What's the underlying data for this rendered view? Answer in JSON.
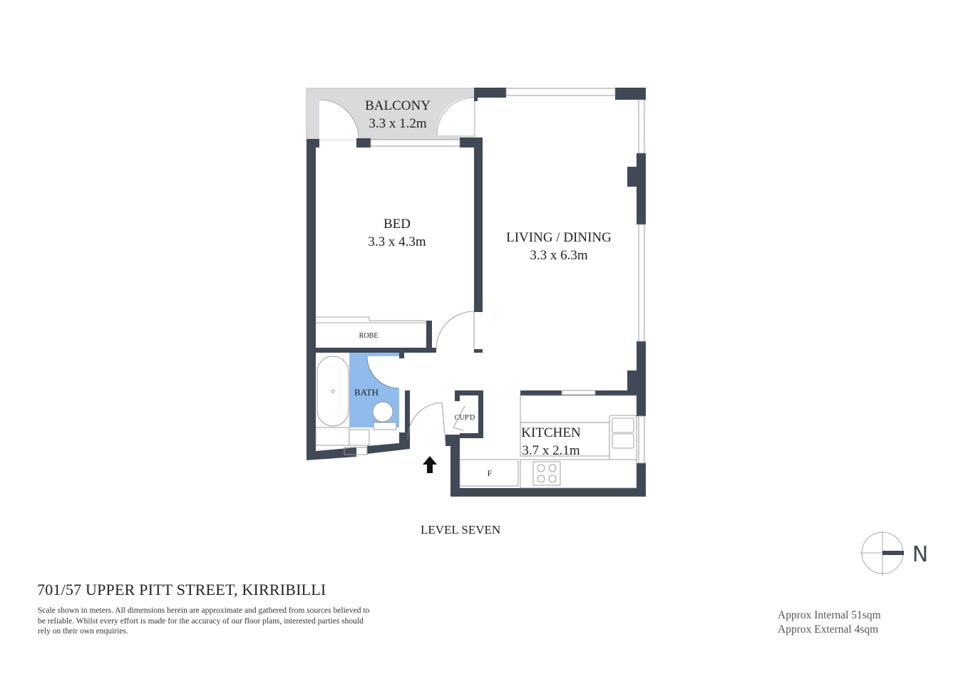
{
  "plan": {
    "level": "LEVEL SEVEN",
    "rooms": {
      "balcony": {
        "name": "BALCONY",
        "size": "3.3 x 1.2m"
      },
      "bed": {
        "name": "BED",
        "size": "3.3 x 4.3m"
      },
      "living": {
        "name": "LIVING / DINING",
        "size": "3.3 x 6.3m"
      },
      "kitchen": {
        "name": "KITCHEN",
        "size": "3.7 x 2.1m"
      },
      "bath": {
        "name": "BATH"
      },
      "robe": {
        "name": "ROBE"
      },
      "cupboard": {
        "name": "CUP'D"
      },
      "fridge": {
        "name": "F"
      }
    },
    "compass_label": "N"
  },
  "footer": {
    "address": "701/57 UPPER PITT STREET, KIRRIBILLI",
    "disclaimer": "Scale shown in meters. All dimensions herein are approximate and gathered from sources believed to be  reliable. Whilst every effort is made for the accuracy of our floor plans, interested parties should rely on their own enquiries.",
    "internal_area": "Approx Internal 51sqm",
    "external_area": "Approx External 4sqm"
  },
  "colors": {
    "wall": "#404955",
    "balcony": "#d9dadb",
    "bath": "#8fbcec",
    "entry_arrow": "#111111"
  }
}
